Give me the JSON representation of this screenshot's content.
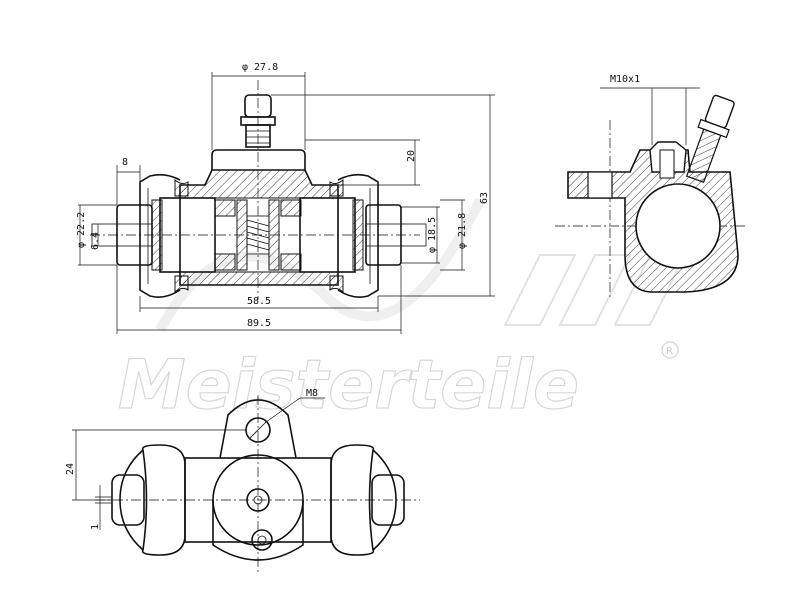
{
  "watermark": {
    "brand": "Meisterteile",
    "mark": "R"
  },
  "dimensions": {
    "top_dia": "φ 27.8",
    "width_8": "8",
    "dia_22_2": "φ 22.2",
    "dia_6_4": "6.4",
    "height_20": "20",
    "height_63": "63",
    "dia_18_5": "φ 18.5",
    "dia_21_8": "φ 21.8",
    "len_58_5": "58.5",
    "len_89_5": "89.5",
    "thread_m10": "M10x1",
    "thread_m8": "M8",
    "height_24": "24",
    "offset_1": "1"
  }
}
